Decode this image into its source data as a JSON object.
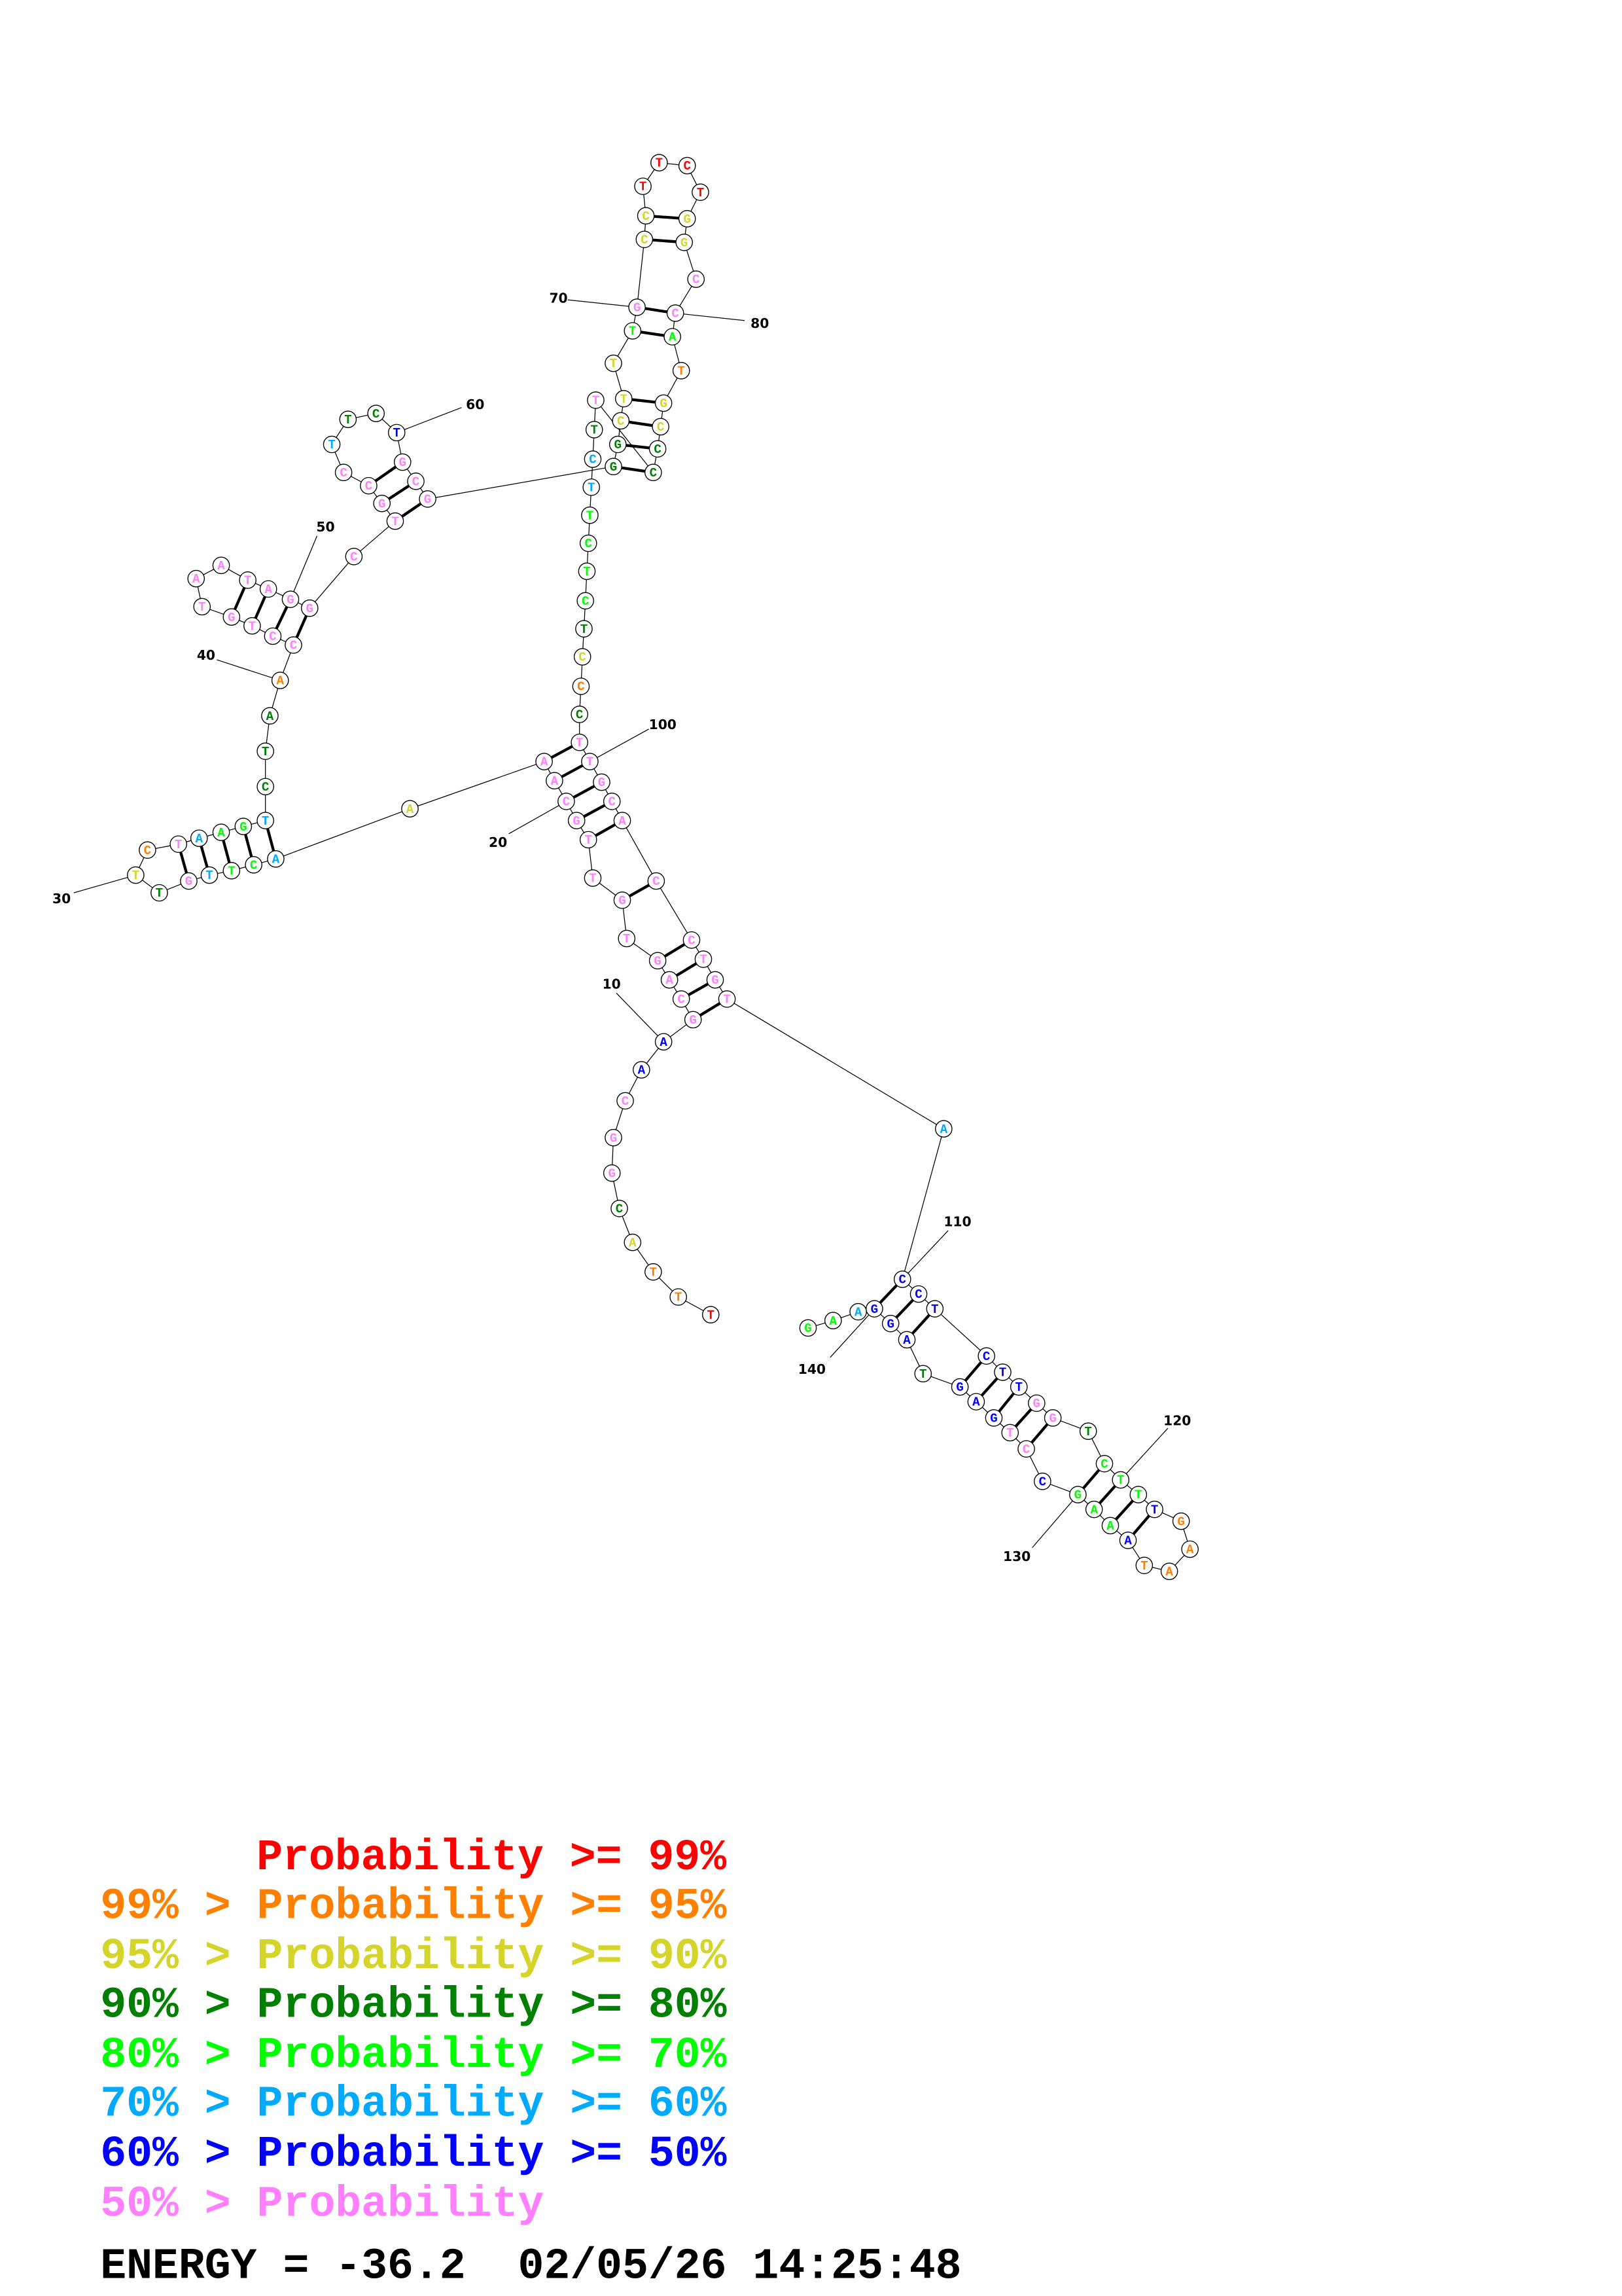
{
  "structure": {
    "sequence": "TTTACGGCAAGCAGTGTTGCAAAACTTGTTCTAAGTCTAACCTGTAATAGGCTGCCTTCTGCGGGCTTTGCCTTCTGGCCATGCCCTTCTTCTCTCCCTTGCACCTGTACCTCTTGGTCTTTGAATAAAGCCTGAGTAGGAAG",
    "probability_class": "rooydpppbbppppppppppppylgglpdyoplggldddopppppppppppppppplddbpppddyyygpyyrrrryyppgoyyddpdllggggdyodpppppppppplbbbbbbppdgggboooobgggbppbbbdbbblgg",
    "pairs": [
      [
        11,
        108
      ],
      [
        12,
        107
      ],
      [
        13,
        106
      ],
      [
        14,
        105
      ],
      [
        16,
        104
      ],
      [
        18,
        103
      ],
      [
        19,
        102
      ],
      [
        20,
        101
      ],
      [
        21,
        100
      ],
      [
        22,
        99
      ],
      [
        24,
        36
      ],
      [
        25,
        35
      ],
      [
        26,
        34
      ],
      [
        27,
        33
      ],
      [
        28,
        32
      ],
      [
        41,
        51
      ],
      [
        42,
        50
      ],
      [
        43,
        49
      ],
      [
        44,
        48
      ],
      [
        53,
        63
      ],
      [
        54,
        62
      ],
      [
        55,
        61
      ],
      [
        64,
        86
      ],
      [
        65,
        85
      ],
      [
        66,
        84
      ],
      [
        67,
        83
      ],
      [
        69,
        81
      ],
      [
        70,
        80
      ],
      [
        71,
        78
      ],
      [
        72,
        77
      ],
      [
        110,
        140
      ],
      [
        111,
        139
      ],
      [
        112,
        138
      ],
      [
        113,
        136
      ],
      [
        114,
        135
      ],
      [
        115,
        134
      ],
      [
        116,
        133
      ],
      [
        117,
        132
      ],
      [
        119,
        130
      ],
      [
        120,
        129
      ],
      [
        121,
        128
      ],
      [
        122,
        127
      ]
    ],
    "position_labels": [
      10,
      20,
      30,
      40,
      50,
      60,
      70,
      80,
      100,
      110,
      120,
      130,
      140
    ]
  },
  "colors": {
    "r": "#ff0000",
    "o": "#ff8000",
    "y": "#d4d42a",
    "d": "#008000",
    "g": "#00ff00",
    "l": "#00aaff",
    "b": "#0000ff",
    "p": "#ff80ff"
  },
  "legend": {
    "items": [
      {
        "text": "Probability >= 99%",
        "cls": "r"
      },
      {
        "text": "99% > Probability >= 95%",
        "cls": "o"
      },
      {
        "text": "95% > Probability >= 90%",
        "cls": "y"
      },
      {
        "text": "90% > Probability >= 80%",
        "cls": "d"
      },
      {
        "text": "80% > Probability >= 70%",
        "cls": "g"
      },
      {
        "text": "70% > Probability >= 60%",
        "cls": "l"
      },
      {
        "text": "60% > Probability >= 50%",
        "cls": "b"
      },
      {
        "text": "50% > Probability",
        "cls": "p"
      }
    ],
    "energy_line": "ENERGY = -36.2  02/05/26 14:25:48"
  }
}
